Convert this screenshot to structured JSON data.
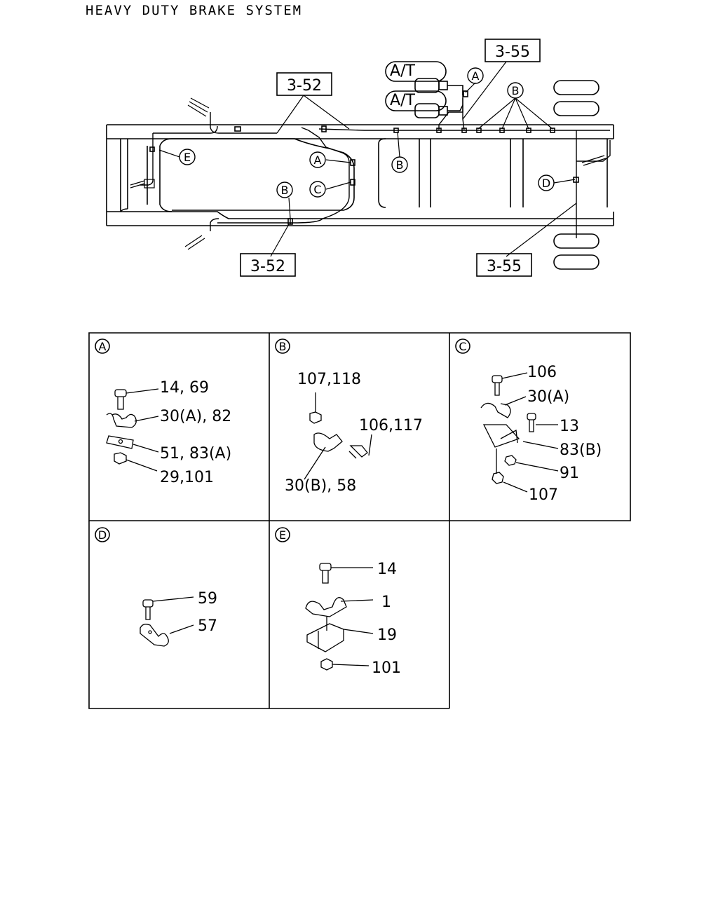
{
  "title": "HEAVY DUTY BRAKE SYSTEM",
  "overview": {
    "refs": [
      "3-52",
      "3-55",
      "3-52",
      "3-55"
    ],
    "at_labels": [
      "A/T",
      "A/T"
    ],
    "callouts": [
      "A",
      "B",
      "E",
      "A",
      "C",
      "B",
      "B",
      "D"
    ]
  },
  "panels": [
    {
      "id": "A",
      "parts": [
        "14, 69",
        "30(A), 82",
        "51, 83(A)",
        "29,101"
      ]
    },
    {
      "id": "B",
      "parts": [
        "107,118",
        "106,117",
        "30(B), 58"
      ]
    },
    {
      "id": "C",
      "parts": [
        "106",
        "30(A)",
        "13",
        "83(B)",
        "91",
        "107"
      ]
    },
    {
      "id": "D",
      "parts": [
        "59",
        "57"
      ]
    },
    {
      "id": "E",
      "parts": [
        "14",
        "1",
        "19",
        "101"
      ]
    }
  ]
}
